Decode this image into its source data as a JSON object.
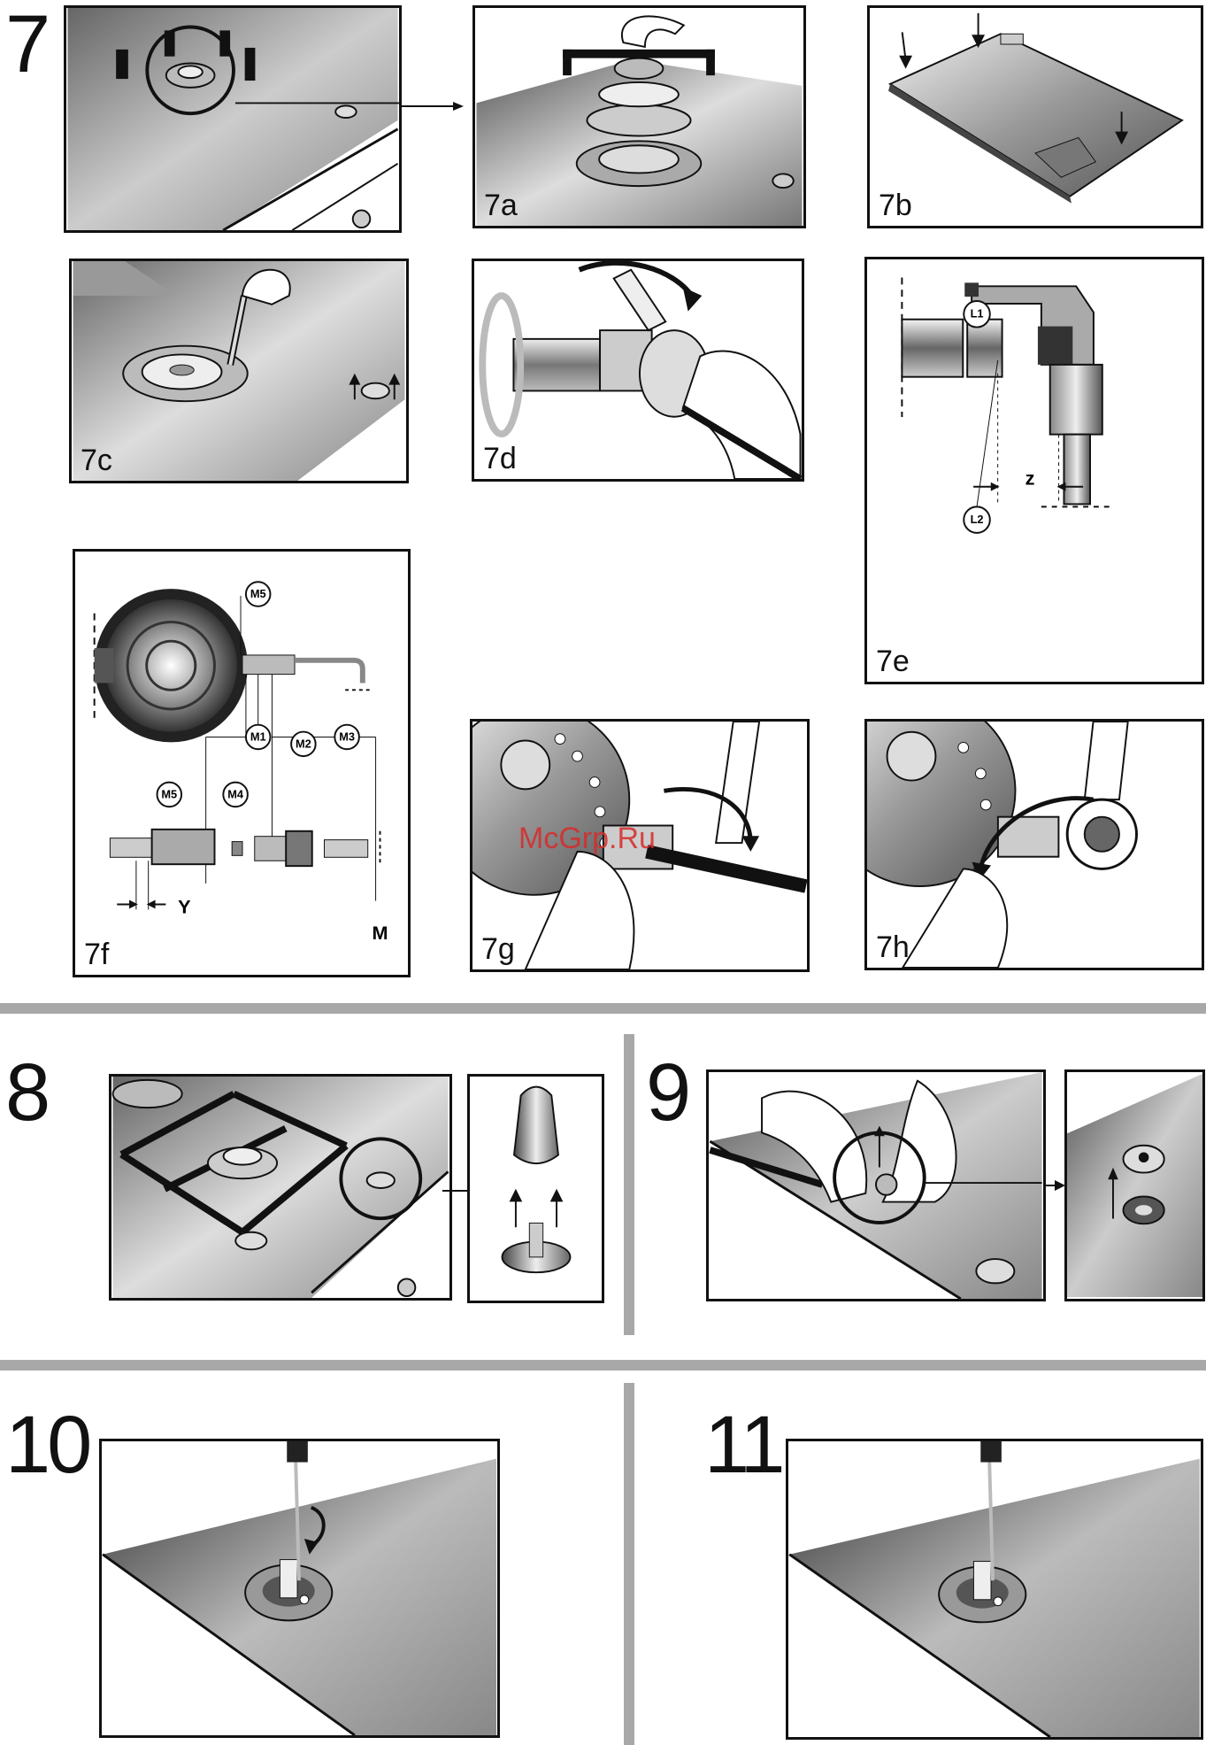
{
  "steps": {
    "s7": "7",
    "s8": "8",
    "s9": "9",
    "s10": "10",
    "s11": "11"
  },
  "panels": {
    "p7a": "7a",
    "p7b": "7b",
    "p7c": "7c",
    "p7d": "7d",
    "p7e": "7e",
    "p7f": "7f",
    "p7g": "7g",
    "p7h": "7h"
  },
  "callouts_7e": {
    "l1": "L1",
    "l2": "L2",
    "z": "z"
  },
  "callouts_7f": {
    "m1": "M1",
    "m2": "M2",
    "m3": "M3",
    "m4": "M4",
    "m5_top": "M5",
    "m5_bottom": "M5",
    "y": "Y",
    "m": "M"
  },
  "watermark": "McGrp.Ru"
}
